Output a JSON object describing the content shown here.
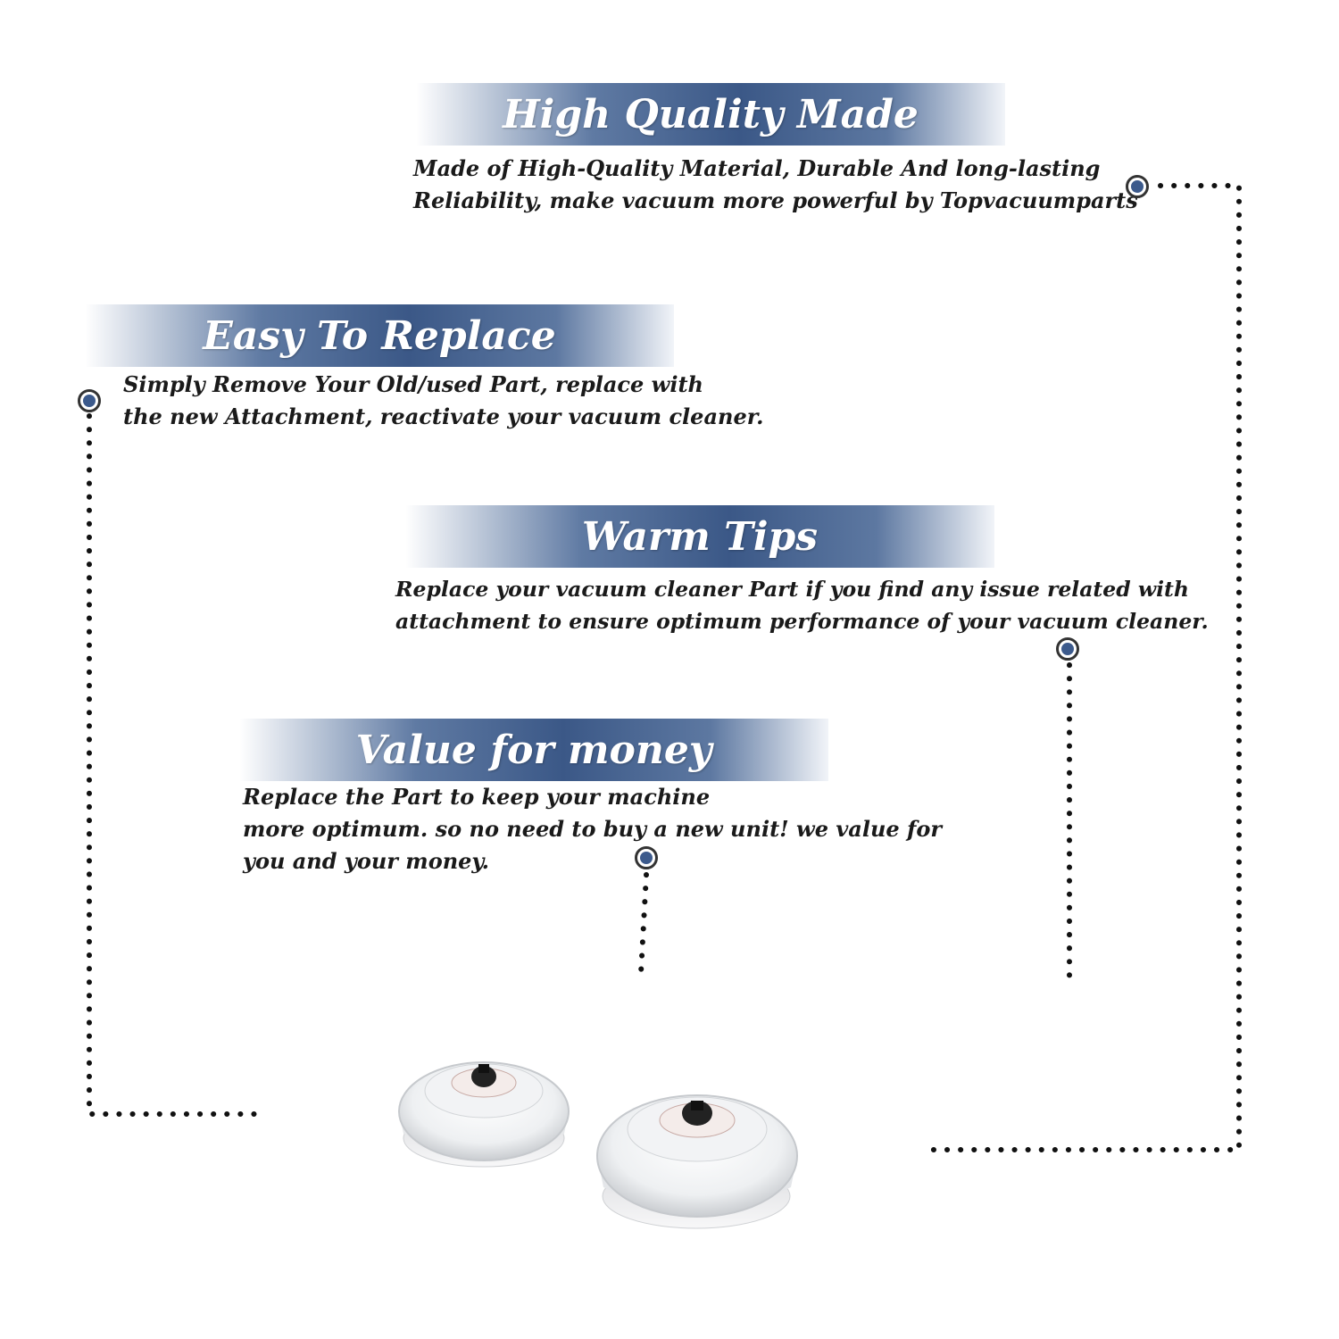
{
  "sections": [
    {
      "title": "High Quality Made",
      "text": "Made of  High-Quality Material, Durable And long-lasting\nReliability, make vacuum more powerful by Topvacuumparts"
    },
    {
      "title": "Easy To Replace",
      "text": "Simply Remove Your Old/used Part, replace with\nthe new Attachment, reactivate your vacuum cleaner."
    },
    {
      "title": "Warm Tips",
      "text": "Replace your vacuum cleaner Part if you find any issue related with\n attachment to ensure optimum performance of your vacuum cleaner."
    },
    {
      "title": "Value for money",
      "text": "Replace the Part to keep your machine\nmore optimum. so no need to buy a new unit! we value for\nyou and your money."
    }
  ],
  "colors": {
    "banner_blue": "#3b5887",
    "marker_blue": "#3c5a8c",
    "text": "#1a1a1a"
  },
  "product_image": "two-round-brush-heads"
}
